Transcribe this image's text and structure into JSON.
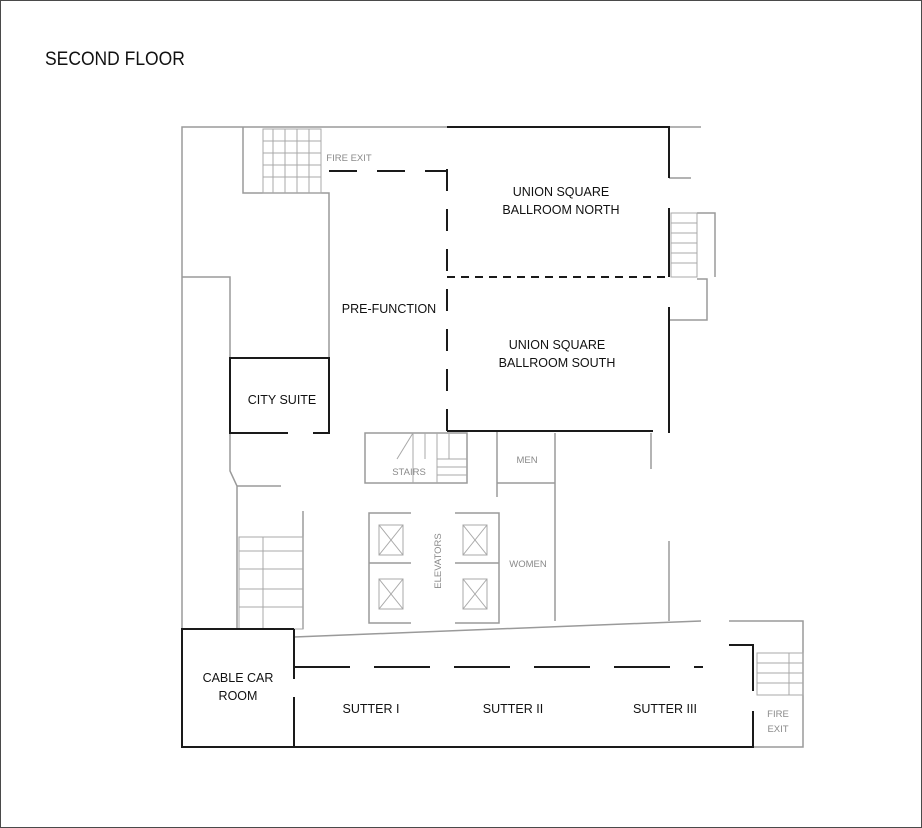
{
  "floor_title": "SECOND FLOOR",
  "rooms": {
    "fire_exit_top": "FIRE EXIT",
    "ballroom_north": [
      "UNION SQUARE",
      "BALLROOM NORTH"
    ],
    "prefunction": "PRE-FUNCTION",
    "ballroom_south": [
      "UNION SQUARE",
      "BALLROOM SOUTH"
    ],
    "city_suite": "CITY SUITE",
    "stairs": "STAIRS",
    "men": "MEN",
    "elevators": "ELEVATORS",
    "women": "WOMEN",
    "cable_car_room": [
      "CABLE CAR",
      "ROOM"
    ],
    "sutter_1": "SUTTER I",
    "sutter_2": "SUTTER II",
    "sutter_3": "SUTTER III",
    "fire_exit_bottom": [
      "FIRE",
      "EXIT"
    ]
  }
}
